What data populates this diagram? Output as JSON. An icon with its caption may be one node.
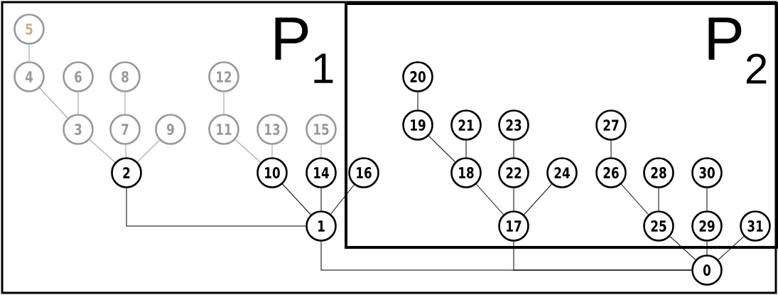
{
  "diagram": {
    "nodes": [
      {
        "text": [
          "P$_{1}$"
        ]
      },
      {
        "text": [
          "P$_{2}$"
        ],
        "in": 0
      },
      {
        "text": [
          "0"
        ],
        "in": 0
      },
      {
        "text": [
          "1"
        ],
        "in": 0
      },
      {
        "text": [
          "2"
        ],
        "in": 0
      },
      {
        "text": [
          "3"
        ],
        "in": 0
      },
      {
        "text": [
          "4"
        ],
        "in": 0
      },
      {
        "text": [
          "5"
        ],
        "in": 0
      },
      {
        "text": [
          "6"
        ],
        "in": 0
      },
      {
        "text": [
          "7"
        ],
        "in": 0
      },
      {
        "text": [
          "8"
        ],
        "in": 0
      },
      {
        "text": [
          "9"
        ],
        "in": 0
      },
      {
        "text": [
          "10"
        ],
        "in": 0
      },
      {
        "text": [
          "11"
        ],
        "in": 0
      },
      {
        "text": [
          "12"
        ],
        "in": 0
      },
      {
        "text": [
          "13"
        ],
        "in": 0
      },
      {
        "text": [
          "14"
        ],
        "in": 0
      },
      {
        "text": [
          "15"
        ],
        "in": 0
      },
      {
        "text": [
          "16"
        ],
        "in": 1
      },
      {
        "text": [
          "17"
        ],
        "in": 1
      },
      {
        "text": [
          "18"
        ],
        "in": 1
      },
      {
        "text": [
          "19"
        ],
        "in": 1
      },
      {
        "text": [
          "20"
        ],
        "in": 1
      },
      {
        "text": [
          "21"
        ],
        "in": 1
      },
      {
        "text": [
          "22"
        ],
        "in": 1
      },
      {
        "text": [
          "23"
        ],
        "in": 1
      },
      {
        "text": [
          "24"
        ],
        "in": 1
      },
      {
        "text": [
          "25"
        ],
        "in": 1
      },
      {
        "text": [
          "26"
        ],
        "in": 1
      },
      {
        "text": [
          "27"
        ],
        "in": 1
      },
      {
        "text": [
          "28"
        ],
        "in": 1
      },
      {
        "text": [
          "29"
        ],
        "in": 1
      },
      {
        "text": [
          "30"
        ],
        "in": 1
      },
      {
        "text": [
          "31"
        ],
        "in": 1
      }
    ],
    "edges": [
      {
        "from": 2,
        "to": 3,
        "arrow": "none"
      },
      {
        "from": 2,
        "to": 19,
        "arrow": "none"
      },
      {
        "from": 2,
        "to": 27,
        "arrow": "none"
      },
      {
        "from": 2,
        "to": 33,
        "arrow": "none"
      },
      {
        "from": 2,
        "to": 31,
        "arrow": "none"
      },
      {
        "from": 3,
        "to": 4,
        "arrow": "none"
      },
      {
        "from": 3,
        "to": 12,
        "arrow": "none"
      },
      {
        "from": 3,
        "to": 16,
        "arrow": "none"
      },
      {
        "from": 3,
        "to": 18,
        "arrow": "none"
      },
      {
        "from": 4,
        "to": 5,
        "arrow": "none",
        "color": "#999999"
      },
      {
        "from": 4,
        "to": 9,
        "arrow": "none",
        "color": "#999999"
      },
      {
        "from": 4,
        "to": 11,
        "arrow": "none",
        "color": "#999999"
      },
      {
        "from": 5,
        "to": 6,
        "arrow": "none",
        "color": "#999999"
      },
      {
        "from": 5,
        "to": 8,
        "arrow": "none",
        "color": "#999999"
      },
      {
        "from": 6,
        "to": 7,
        "arrow": "none",
        "color": "#999999"
      },
      {
        "from": 9,
        "to": 10,
        "arrow": "none",
        "color": "#999999"
      },
      {
        "from": 12,
        "to": 13,
        "arrow": "none",
        "color": "#999999"
      },
      {
        "from": 12,
        "to": 15,
        "arrow": "none",
        "color": "#999999"
      },
      {
        "from": 13,
        "to": 14,
        "arrow": "none",
        "color": "#999999"
      },
      {
        "from": 16,
        "to": 17,
        "arrow": "none",
        "color": "#999999"
      },
      {
        "from": 19,
        "to": 20,
        "arrow": "none"
      },
      {
        "from": 19,
        "to": 24,
        "arrow": "none"
      },
      {
        "from": 19,
        "to": 26,
        "arrow": "none"
      },
      {
        "from": 20,
        "to": 21,
        "arrow": "none"
      },
      {
        "from": 20,
        "to": 23,
        "arrow": "none"
      },
      {
        "from": 21,
        "to": 22,
        "arrow": "none"
      },
      {
        "from": 24,
        "to": 25,
        "arrow": "none"
      },
      {
        "from": 27,
        "to": 28,
        "arrow": "none"
      },
      {
        "from": 27,
        "to": 30,
        "arrow": "none"
      },
      {
        "from": 28,
        "to": 29,
        "arrow": "none"
      },
      {
        "from": 31,
        "to": 32,
        "arrow": "none"
      }
    ]
  }
}
